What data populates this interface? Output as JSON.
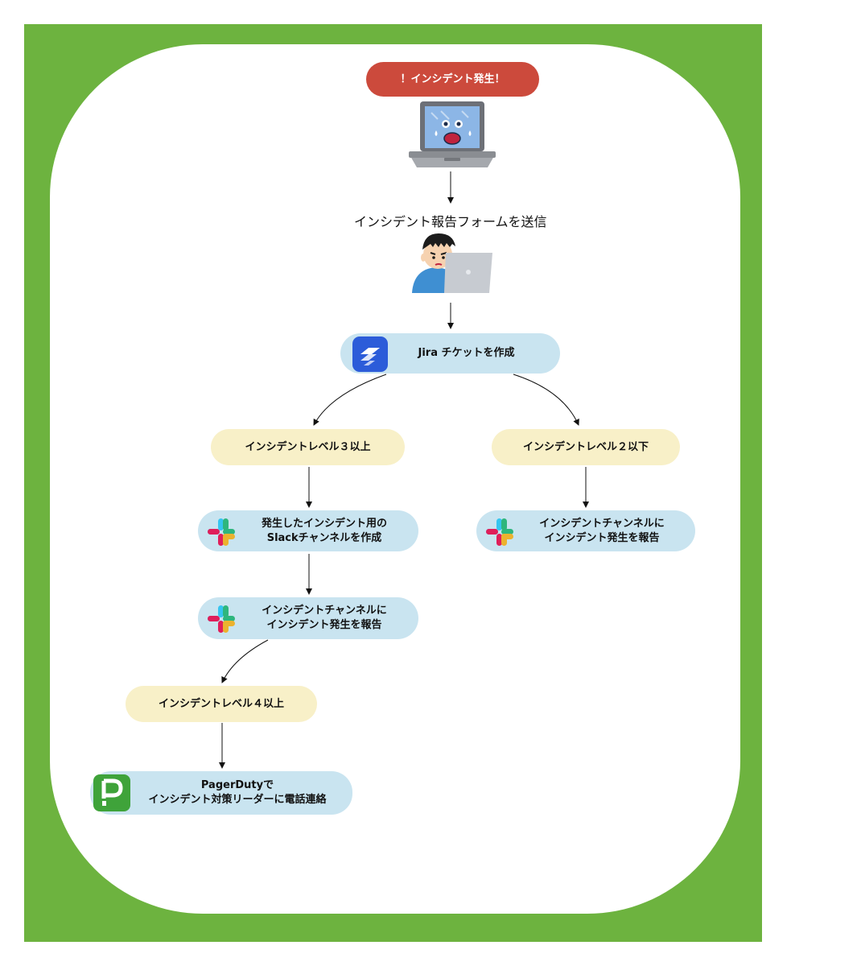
{
  "start": {
    "label": "！インシデント発生！"
  },
  "step_form": {
    "label": "インシデント報告フォームを送信"
  },
  "jira": {
    "label": "Jira チケットを作成"
  },
  "branch_high": {
    "label": "インシデントレベル３以上"
  },
  "branch_low": {
    "label": "インシデントレベル２以下"
  },
  "slack_create": {
    "line1": "発生したインシデント用の",
    "line2": "Slackチャンネルを作成"
  },
  "slack_report_left": {
    "line1": "インシデントチャンネルに",
    "line2": "インシデント発生を報告"
  },
  "slack_report_right": {
    "line1": "インシデントチャンネルに",
    "line2": "インシデント発生を報告"
  },
  "branch_level4": {
    "label": "インシデントレベル４以上"
  },
  "pagerduty": {
    "line1": "PagerDutyで",
    "line2": "インシデント対策リーダーに電話連絡"
  },
  "colors": {
    "frame": "#6db33f",
    "start": "#cc4a3c",
    "action": "#c9e4f0",
    "condition": "#f8f0c8"
  },
  "icons": [
    "laptop-panic-icon",
    "person-laptop-icon",
    "jira-icon",
    "slack-icon",
    "pagerduty-icon"
  ]
}
